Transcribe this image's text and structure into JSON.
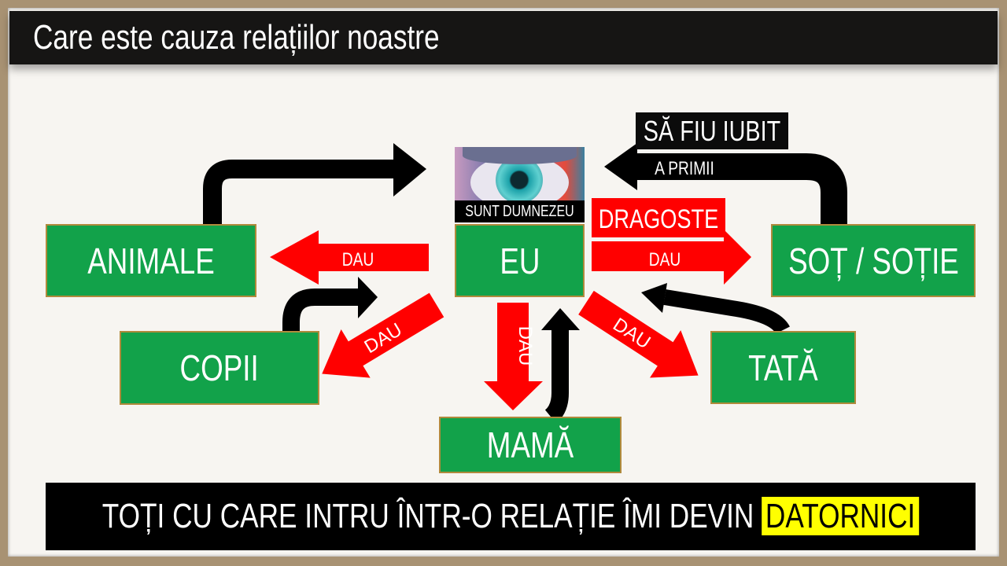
{
  "title": "Care este cauza relațiilor noastre",
  "nodes": {
    "animale": "ANIMALE",
    "eu": "EU",
    "sot": "SOȚ / SOȚIE",
    "copii": "COPII",
    "tata": "TATĂ",
    "mama": "MAMĂ"
  },
  "eye_caption": "SUNT DUMNEZEU",
  "labels": {
    "sa_fiu_iubit": "SĂ FIU IUBIT",
    "a_primii": "A PRIMII",
    "dragoste": "DRAGOSTE",
    "dau": "DAU"
  },
  "bottom": {
    "text": "TOȚI CU CARE INTRU ÎNTR-O RELAȚIE ÎMI DEVIN ",
    "highlight": "DATORNICI"
  },
  "colors": {
    "green": "#12a24a",
    "red": "#ff0000",
    "highlight": "#ffff00"
  }
}
